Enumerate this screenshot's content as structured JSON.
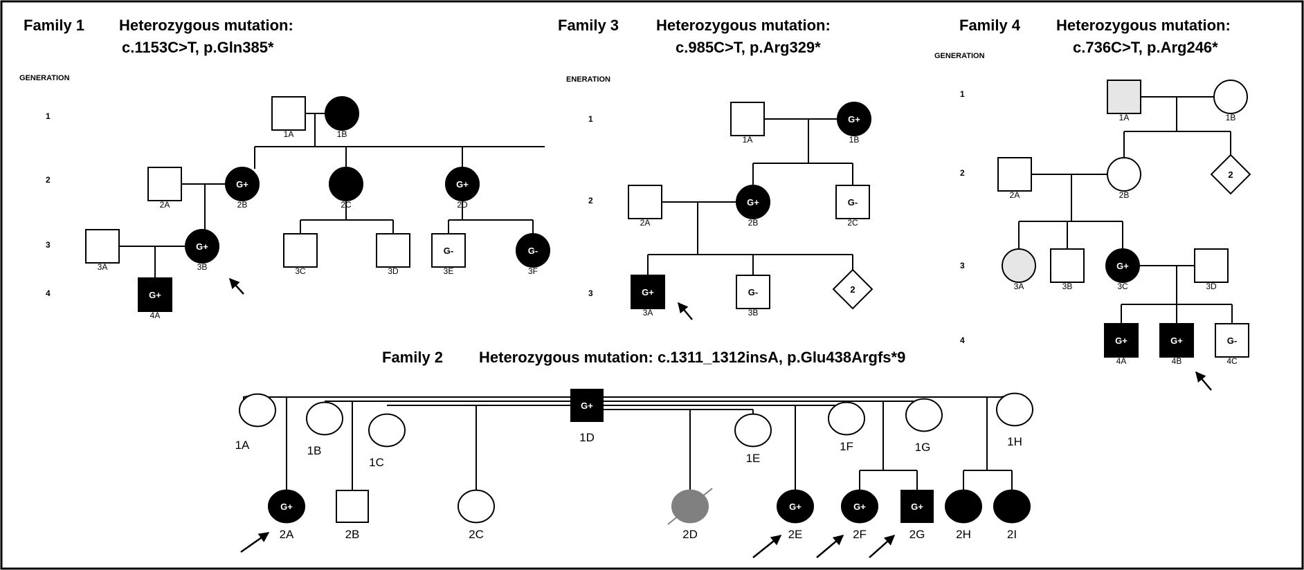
{
  "families": [
    {
      "id": "f1",
      "name": "Family 1",
      "mutation_title": "Heterozygous mutation:",
      "mutation": "c.1153C>T, p.Gln385*",
      "generation_header": "GENERATION",
      "generations": [
        "1",
        "2",
        "3",
        "4"
      ],
      "individuals": [
        {
          "id": "1A",
          "sex": "male",
          "affected": false
        },
        {
          "id": "1B",
          "sex": "female",
          "affected": true
        },
        {
          "id": "2A",
          "sex": "male",
          "affected": false
        },
        {
          "id": "2B",
          "sex": "female",
          "affected": true,
          "genotype": "G+"
        },
        {
          "id": "2C",
          "sex": "female",
          "affected": true
        },
        {
          "id": "2D",
          "sex": "female",
          "affected": true,
          "genotype": "G+"
        },
        {
          "id": "3A",
          "sex": "male",
          "affected": false
        },
        {
          "id": "3B",
          "sex": "female",
          "affected": true,
          "genotype": "G+",
          "proband": true
        },
        {
          "id": "3C",
          "sex": "male",
          "affected": false
        },
        {
          "id": "3D",
          "sex": "male",
          "affected": false
        },
        {
          "id": "3E",
          "sex": "male",
          "affected": false,
          "genotype": "G-"
        },
        {
          "id": "3F",
          "sex": "female",
          "affected": true,
          "genotype": "G-"
        },
        {
          "id": "4A",
          "sex": "male",
          "affected": true,
          "genotype": "G+"
        }
      ]
    },
    {
      "id": "f3",
      "name": "Family 3",
      "mutation_title": "Heterozygous mutation:",
      "mutation": "c.985C>T, p.Arg329*",
      "generation_header": "ENERATION",
      "generations": [
        "1",
        "2",
        "3"
      ],
      "individuals": [
        {
          "id": "1A",
          "sex": "male",
          "affected": false
        },
        {
          "id": "1B",
          "sex": "female",
          "affected": true,
          "genotype": "G+"
        },
        {
          "id": "2A",
          "sex": "male",
          "affected": false
        },
        {
          "id": "2B",
          "sex": "female",
          "affected": true,
          "genotype": "G+"
        },
        {
          "id": "2C",
          "sex": "male",
          "affected": false,
          "genotype": "G-"
        },
        {
          "id": "3A",
          "sex": "male",
          "affected": true,
          "genotype": "G+",
          "proband": true
        },
        {
          "id": "3B",
          "sex": "male",
          "affected": false,
          "genotype": "G-"
        },
        {
          "id": "",
          "sex": "unknown",
          "affected": false,
          "count": "2"
        }
      ]
    },
    {
      "id": "f4",
      "name": "Family 4",
      "mutation_title": "Heterozygous mutation:",
      "mutation": "c.736C>T, p.Arg246*",
      "generation_header": "GENERATION",
      "generations": [
        "1",
        "2",
        "3",
        "4"
      ],
      "individuals": [
        {
          "id": "1A",
          "sex": "male",
          "affected": false,
          "status": "grey"
        },
        {
          "id": "1B",
          "sex": "female",
          "affected": false
        },
        {
          "id": "",
          "sex": "unknown",
          "affected": false,
          "count": "2"
        },
        {
          "id": "2A",
          "sex": "male",
          "affected": false
        },
        {
          "id": "2B",
          "sex": "female",
          "affected": false
        },
        {
          "id": "3A",
          "sex": "female",
          "affected": false,
          "status": "grey"
        },
        {
          "id": "3B",
          "sex": "male",
          "affected": false
        },
        {
          "id": "3C",
          "sex": "female",
          "affected": true,
          "genotype": "G+"
        },
        {
          "id": "3D",
          "sex": "male",
          "affected": false
        },
        {
          "id": "4A",
          "sex": "male",
          "affected": true,
          "genotype": "G+"
        },
        {
          "id": "4B",
          "sex": "male",
          "affected": true,
          "genotype": "G+",
          "proband": true
        },
        {
          "id": "4C",
          "sex": "male",
          "affected": false,
          "genotype": "G-"
        }
      ]
    },
    {
      "id": "f2",
      "name": "Family 2",
      "mutation_title": "Heterozygous mutation:",
      "mutation": "c.1311_1312insA, p.Glu438Argfs*9",
      "individuals": [
        {
          "id": "1D",
          "sex": "male",
          "affected": true,
          "genotype": "G+"
        },
        {
          "id": "1A",
          "sex": "female",
          "affected": false
        },
        {
          "id": "1B",
          "sex": "female",
          "affected": false
        },
        {
          "id": "1C",
          "sex": "female",
          "affected": false
        },
        {
          "id": "1E",
          "sex": "female",
          "affected": false
        },
        {
          "id": "1F",
          "sex": "female",
          "affected": false
        },
        {
          "id": "1G",
          "sex": "female",
          "affected": false
        },
        {
          "id": "1H",
          "sex": "female",
          "affected": false
        },
        {
          "id": "2A",
          "sex": "female",
          "affected": true,
          "genotype": "G+",
          "proband": true
        },
        {
          "id": "2B",
          "sex": "male",
          "affected": false
        },
        {
          "id": "2C",
          "sex": "female",
          "affected": false
        },
        {
          "id": "2D",
          "sex": "female",
          "affected": false,
          "status": "grey",
          "deceased": true
        },
        {
          "id": "2E",
          "sex": "female",
          "affected": true,
          "genotype": "G+",
          "proband": true
        },
        {
          "id": "2F",
          "sex": "female",
          "affected": true,
          "genotype": "G+",
          "proband": true
        },
        {
          "id": "2G",
          "sex": "male",
          "affected": true,
          "genotype": "G+",
          "proband": true
        },
        {
          "id": "2H",
          "sex": "female",
          "affected": true
        },
        {
          "id": "2I",
          "sex": "female",
          "affected": true
        }
      ]
    }
  ],
  "colors": {
    "affected": "#000000",
    "unaffected": "#ffffff",
    "grey_fill": "#e6e6e6",
    "deceased_fill": "#808080",
    "line": "#000000"
  }
}
